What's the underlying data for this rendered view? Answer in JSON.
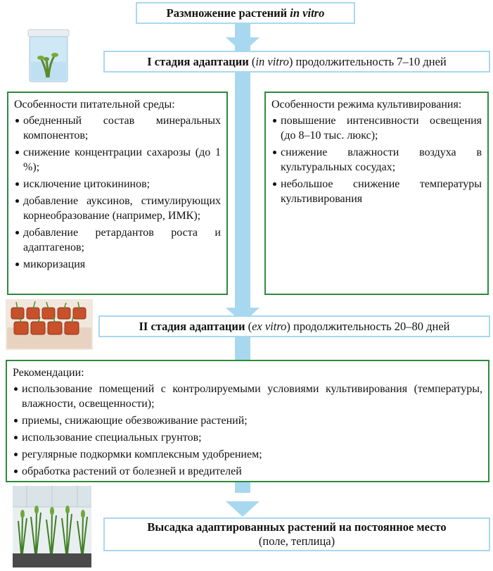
{
  "title": {
    "text": "Размножение растений ",
    "italic": "in vitro"
  },
  "stage1": {
    "bold": "I стадия адаптации",
    "pre": " (",
    "italic": "in vitro",
    "post": ") продолжительность  7–10 дней"
  },
  "left_box": {
    "header": "Особенности питательной среды:",
    "items": [
      "обедненный состав минеральных компонентов;",
      "снижение концентрации сахарозы (до 1 %);",
      "исключение цитокининов;",
      "добавление ауксинов, стимулирующих корнеобразование (например, ИМК);",
      "добавление ретардантов роста и адаптагенов;",
      "микоризация"
    ]
  },
  "right_box": {
    "header": "Особенности режима культивирования:",
    "items": [
      "повышение интенсивности освещения (до 8–10 тыс. люкс);",
      "снижение влажности воздуха в культуральных сосудах;",
      "небольшое снижение температуры культивирования"
    ]
  },
  "stage2": {
    "bold": "II стадия адаптации",
    "pre": " (",
    "italic": "ex vitro",
    "post": ") продолжительность  20–80 дней"
  },
  "recommendations": {
    "header": "Рекомендации:",
    "items": [
      "использование помещений с контролируемыми условиями культивирования (температуры, влажности, освещенности);",
      "приемы, снижающие обезвоживание растений;",
      "использование специальных грунтов;",
      "регулярные подкормки комплексным удобрением;",
      "обработка растений от болезней и вредителей"
    ]
  },
  "final": {
    "line1": "Высадка адаптированных растений на постоянное место",
    "line2": "(поле, теплица)"
  },
  "colors": {
    "arrow": "#a8d8ef",
    "box_border_green": "#2e8a3c"
  }
}
